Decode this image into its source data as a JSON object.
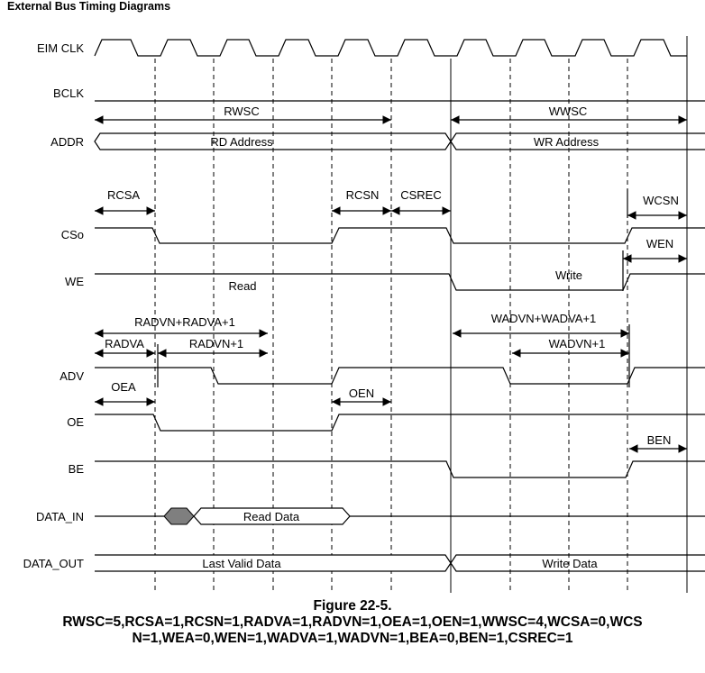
{
  "title": "External Bus Timing Diagrams",
  "signals": [
    "EIM CLK",
    "BCLK",
    "ADDR",
    "CSo",
    "WE",
    "ADV",
    "OE",
    "BE",
    "DATA_IN",
    "DATA_OUT"
  ],
  "bus_labels": {
    "rd_address": "RD Address",
    "wr_address": "WR Address",
    "read_data": "Read Data",
    "last_valid_data": "Last Valid Data",
    "write_data": "Write Data"
  },
  "annotations": {
    "rwsc": "RWSC",
    "wwsc": "WWSC",
    "rcsa": "RCSA",
    "rcsn": "RCSN",
    "csrec": "CSREC",
    "wcsn": "WCSN",
    "wen": "WEN",
    "read": "Read",
    "write": "Write",
    "radvn_radva": "RADVN+RADVA+1",
    "radva": "RADVA",
    "radvn": "RADVN+1",
    "wadvn_wadva": "WADVN+WADVA+1",
    "wadvn": "WADVN+1",
    "oea": "OEA",
    "oen": "OEN",
    "ben": "BEN"
  },
  "caption": {
    "figure": "Figure 22-5.",
    "line1": "RWSC=5,RCSA=1,RCSN=1,RADVA=1,RADVN=1,OEA=1,OEN=1,WWSC=4,WCSA=0,WCS",
    "line2": "N=1,WEA=0,WEN=1,WADVA=1,WADVN=1,BEA=0,BEN=1,CSREC=1"
  },
  "colors": {
    "line": "#000000",
    "hatch": "#7f7f7f"
  }
}
